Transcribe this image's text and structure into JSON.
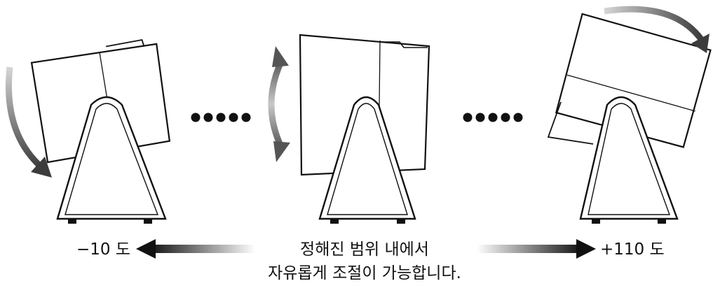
{
  "labels": {
    "min_angle": "−10 도",
    "max_angle": "+110 도",
    "caption_line1": "정해진 범위 내에서",
    "caption_line2": "자유롭게 조절이 가능합니다."
  },
  "colors": {
    "outline": "#111111",
    "device_fill": "#ffffff",
    "rotation_arrow": "#555555",
    "range_arrow": "#111111"
  },
  "icons": {
    "left_state": "tilt-left-device-icon",
    "center_state": "upright-device-icon",
    "right_state": "tilt-right-device-icon",
    "continuation": "ellipsis-dots-icon",
    "rotation": "curved-arrow-icon"
  }
}
